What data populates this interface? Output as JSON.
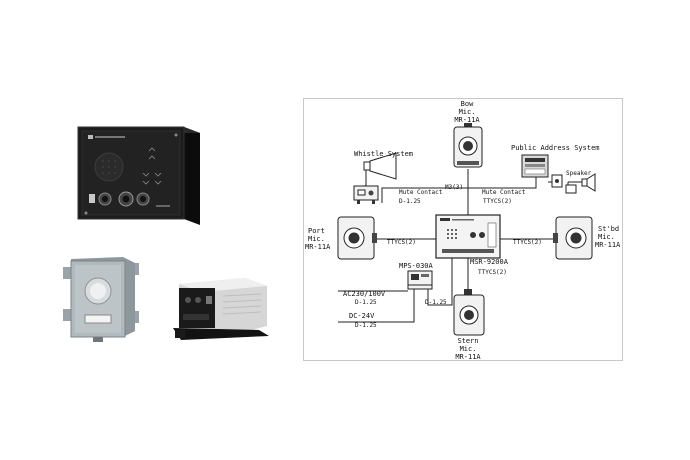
{
  "diagram": {
    "bow_mic": {
      "title": "Bow",
      "sub": "Mic.",
      "model": "MR-11A"
    },
    "stern_mic": {
      "title": "Stern",
      "sub": "Mic.",
      "model": "MR-11A"
    },
    "port_mic": {
      "title": "Port",
      "sub": "Mic.",
      "model": "MR-11A"
    },
    "stbd_mic": {
      "title": "St'bd",
      "sub": "Mic.",
      "model": "MR-11A"
    },
    "whistle_system": "Whistle System",
    "public_address_system": "Public Address System",
    "speaker": "Speaker",
    "mute_contact_left": "Mute Contact",
    "mute_contact_left_cable": "D-1.25",
    "mute_contact_right": "Mute Contact",
    "mute_contact_right_cable": "TTYCS(2)",
    "bow_cable": "M3(3)",
    "port_cable": "TTYCS(2)",
    "stbd_cable": "TTYCS(2)",
    "stern_cable": "TTYCS(2)",
    "main_unit": "MSR-9200A",
    "power_unit": "MPS-030A",
    "ac_label": "AC230/100V",
    "ac_cable": "D-1.25",
    "dc_label": "DC-24V",
    "dc_cable": "D-1.25",
    "psu_cable": "D-1.25"
  },
  "colors": {
    "panel": "#1c1c1c",
    "box_gray": "#a8b2b8",
    "psu_white": "#ececec",
    "line": "#222222"
  }
}
